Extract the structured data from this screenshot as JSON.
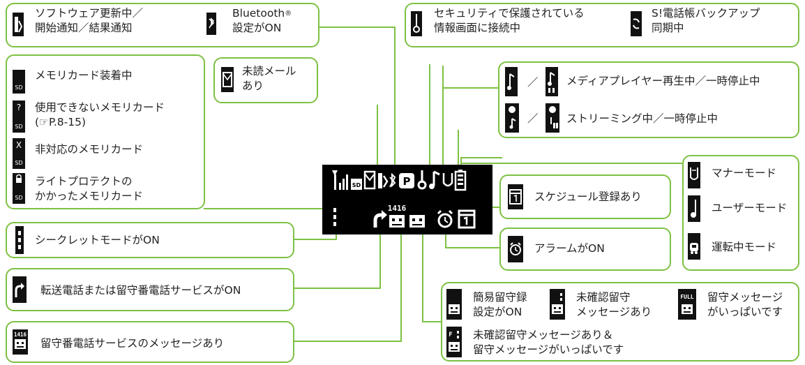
{
  "labels": {
    "software_update": "ソフトウェア更新中／\n開始通知／結果通知",
    "bluetooth_a": "Bluetooth",
    "bluetooth_reg": "®",
    "bluetooth_b": "設定がON",
    "security": "セキュリティで保護されている\n情報画面に接続中",
    "s_backup": "S!電話帳バックアップ\n同期中",
    "unread_mail": "未読メール\nあり",
    "media_player": "メディアプレイヤー再生中／一時停止中",
    "streaming": "ストリーミング中／一時停止中",
    "memory_card_inserted": "メモリカード装着中",
    "memory_card_unusable": "使用できないメモリカード\n(☞P.8-15)",
    "memory_card_unsupported": "非対応のメモリカード",
    "memory_card_protected": "ライトプロテクトの\nかかったメモリカード",
    "manner_mode": "マナーモード",
    "user_mode": "ユーザーモード",
    "driving_mode": "運転中モード",
    "schedule": "スケジュール登録あり",
    "secret_mode": "シークレットモードがON",
    "alarm": "アラームがON",
    "forwarding": "転送電話または留守番電話サービスがON",
    "simple_answer": "簡易留守録\n設定がON",
    "unconfirmed_msg": "未確認留守\nメッセージあり",
    "msg_full": "留守メッセージ\nがいっぱいです",
    "unconfirmed_full": "未確認留守メッセージあり＆\n留守メッセージがいっぱいです",
    "voicemail_msg": "留守番電話サービスのメッセージあり"
  },
  "icon_text": {
    "sd": "SD",
    "full": "FULL",
    "num": "1416",
    "f": "F",
    "p": "P"
  },
  "colors": {
    "accent_green": "#7dc142",
    "icon_black": "#111111",
    "text": "#222222"
  }
}
